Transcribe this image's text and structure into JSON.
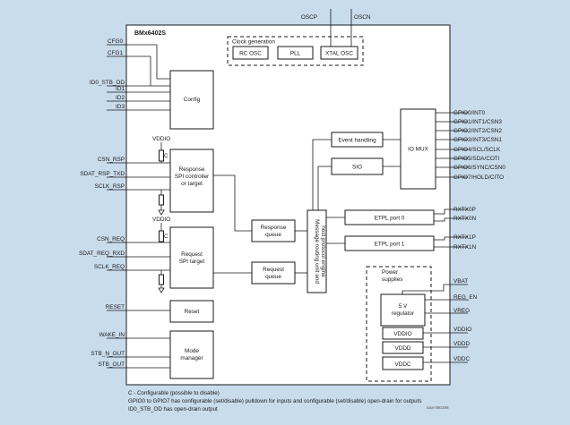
{
  "chip_title": "BMx6402S",
  "clock": {
    "group_label": "Clock generation",
    "rc_osc": "RC OSC",
    "pll": "PLL",
    "xtal_osc": "XTAL OSC",
    "oscp": "OSCP",
    "oscn": "OSCN"
  },
  "blocks": {
    "config": "Config",
    "response_ctrl": [
      "Response",
      "SPI controller",
      "or target"
    ],
    "request_target": [
      "Request",
      "SPI target"
    ],
    "reset": "Reset",
    "mode_manager": [
      "Mode",
      "manager"
    ],
    "response_queue": [
      "Response",
      "queue"
    ],
    "request_queue": [
      "Request",
      "queue"
    ],
    "msg_engine": [
      "Message routing unit and",
      "host protocol engine"
    ],
    "event_handling": "Event handling",
    "sio": "SIO",
    "io_mux": "IO MUX",
    "etpl0": "ETPL port 0",
    "etpl1": "ETPL port 1",
    "power_group": [
      "Power",
      "supplies"
    ],
    "regulator": [
      "5 V",
      "regulator"
    ],
    "vddio": "VDDIO",
    "vddd": "VDDD",
    "vddc": "VDDC"
  },
  "left_pins": {
    "cfg0": "CFG0",
    "cfg1": "CFG1",
    "id0": "ID0_STB_OD",
    "id1": "ID1",
    "id2": "ID2",
    "id3": "ID3",
    "csn_rsp": "CSN_RSP",
    "sdat_rsp": "SDAT_RSP_TXD",
    "sclk_rsp": "SCLK_RSP",
    "csn_req": "CSN_REQ",
    "sdat_req": "SDAT_REQ_RXD",
    "sclk_req": "SCLK_REQ",
    "reset": "RESET",
    "wake_in": "WAKE_IN",
    "stb_n_out": "STB_N_OUT",
    "stb_out": "STB_OUT"
  },
  "vddio_labels": [
    "VDDIO",
    "VDDIO"
  ],
  "c_label": "C",
  "right_pins": {
    "gpio": [
      "GPIO0/INT0",
      "GPIO1/INT1/CSN3",
      "GPIO2/INT2/CSN2",
      "GPIO3/INT3/CSN1",
      "GPIO4/SCL/SCLK",
      "GPIO5/SDA/COTI",
      "GPIO6/SYNC/CSN0",
      "GPIO7/HOLD/CITO"
    ],
    "rxtx0p": "RXTX0P",
    "rxtx0n": "RXTX0N",
    "rxtx1p": "RXTX1P",
    "rxtx1n": "RXTX1N",
    "vbat": "VBAT",
    "reg_en": "REG_EN",
    "vreg": "VREG",
    "vddio": "VDDIO",
    "vddd": "VDDD",
    "vddc": "VDDC"
  },
  "notes": [
    "C - Configurable (possible to disable)",
    "GPIO0 to GPIO7 has configurable (set/disable) pulldown for inputs and configurable (set/disable) open-drain for outputs",
    "ID0_STB_OD has open-drain output"
  ],
  "figure_id": "aaa-060198"
}
